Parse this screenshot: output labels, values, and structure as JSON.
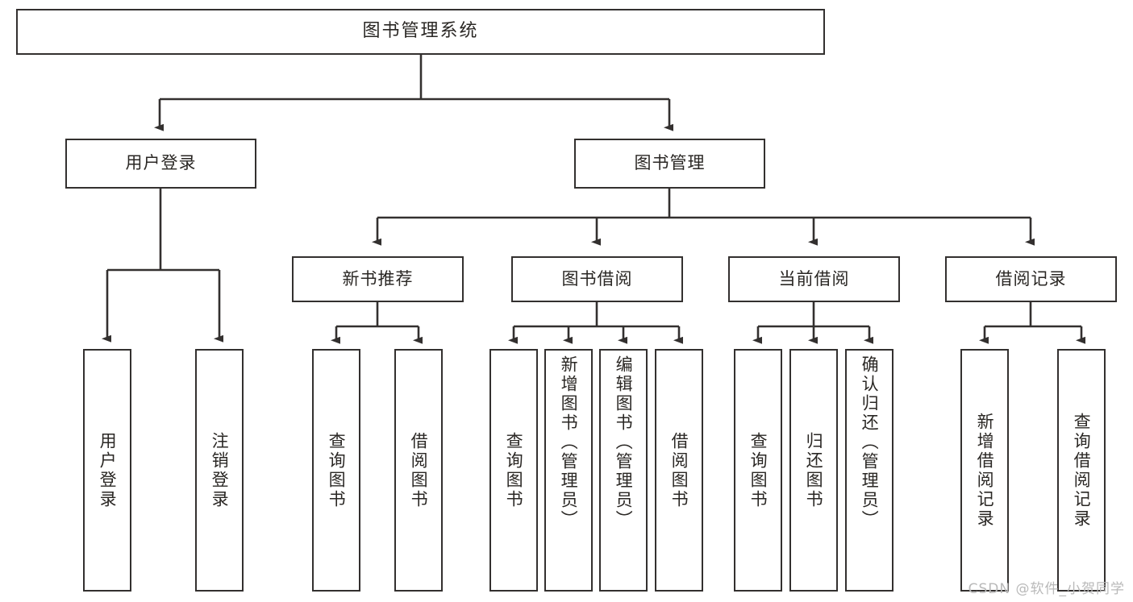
{
  "diagram": {
    "type": "tree",
    "title": "图书管理系统",
    "root": {
      "label": "图书管理系统"
    },
    "level2": [
      {
        "label": "用户登录"
      },
      {
        "label": "图书管理"
      }
    ],
    "level3": [
      {
        "label": "新书推荐"
      },
      {
        "label": "图书借阅"
      },
      {
        "label": "当前借阅"
      },
      {
        "label": "借阅记录"
      }
    ],
    "leaves": {
      "user_login": [
        {
          "label": "用户登录"
        },
        {
          "label": "注销登录"
        }
      ],
      "new_book_recommend": [
        {
          "label": "查询图书"
        },
        {
          "label": "借阅图书"
        }
      ],
      "book_borrow": [
        {
          "label": "查询图书"
        },
        {
          "label": "新增图书（管理员）"
        },
        {
          "label": "编辑图书（管理员）"
        },
        {
          "label": "借阅图书"
        }
      ],
      "current_borrow": [
        {
          "label": "查询图书"
        },
        {
          "label": "归还图书"
        },
        {
          "label": "确认归还（管理员）"
        }
      ],
      "borrow_record": [
        {
          "label": "新增借阅记录"
        },
        {
          "label": "查询借阅记录"
        }
      ]
    },
    "colors": {
      "stroke": "#33302f",
      "fill": "#ffffff",
      "text": "#2a2724",
      "watermark": "#b9b9b9"
    }
  },
  "watermark": {
    "text": "CSDN @软件_小贺同学"
  }
}
